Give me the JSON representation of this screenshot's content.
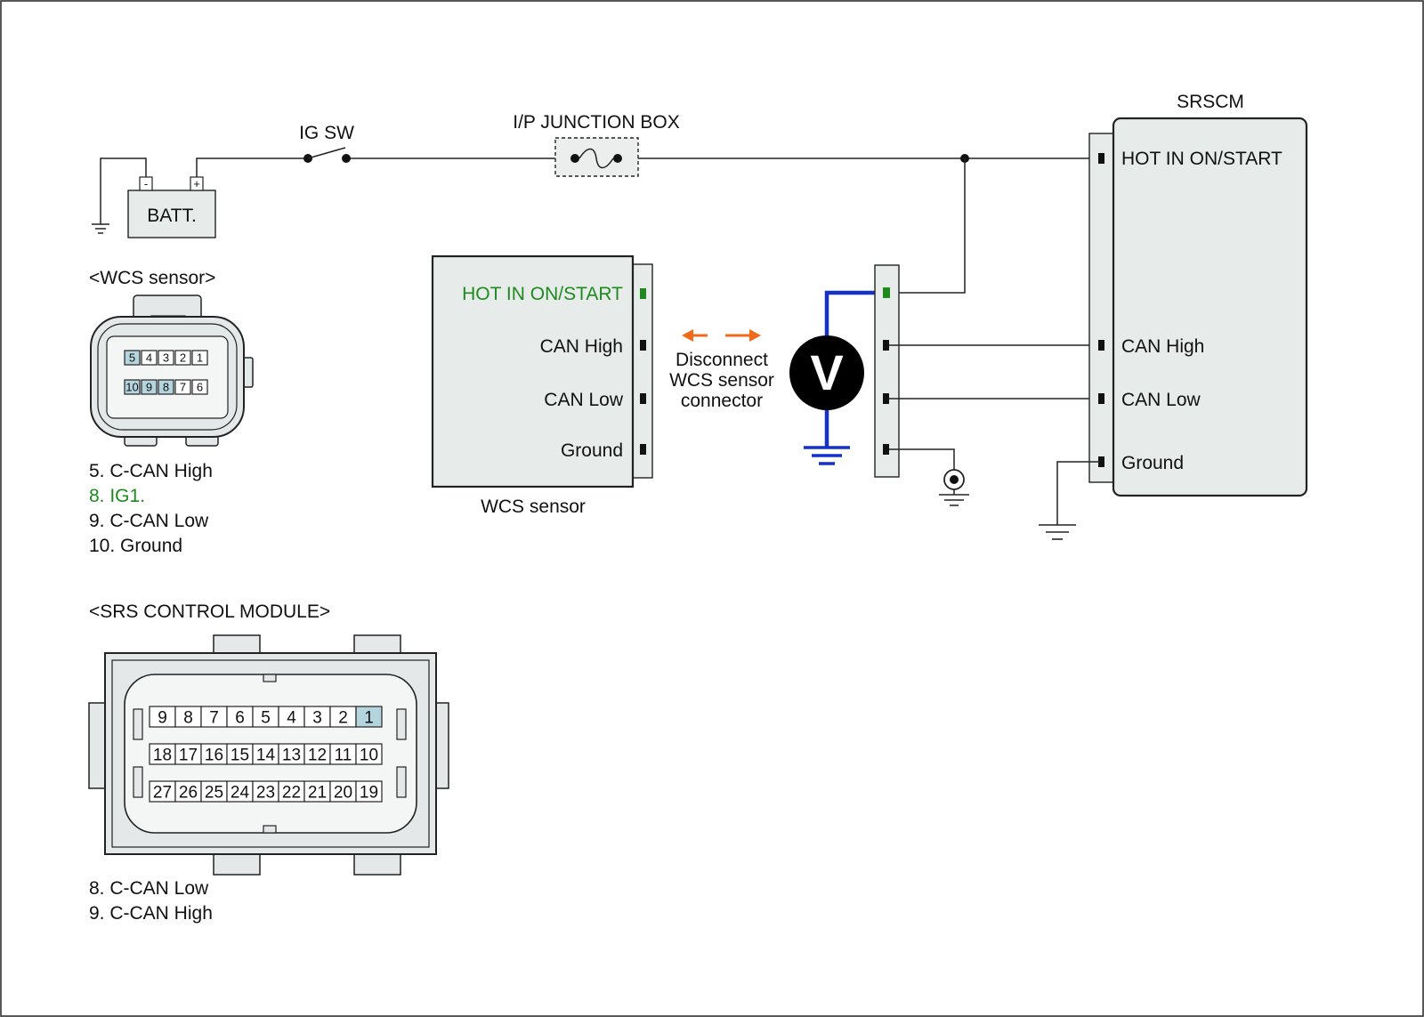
{
  "battery": {
    "label": "BATT.",
    "neg": "-",
    "pos": "+"
  },
  "ig_switch": {
    "label": "IG SW"
  },
  "junction_box": {
    "label": "I/P JUNCTION BOX"
  },
  "wcs_sensor": {
    "title": "WCS sensor",
    "pins": [
      "HOT IN ON/START",
      "CAN High",
      "CAN Low",
      "Ground"
    ]
  },
  "srscm": {
    "title": "SRSCM",
    "pins": [
      "HOT IN ON/START",
      "CAN High",
      "CAN Low",
      "Ground"
    ]
  },
  "disconnect_note": [
    "Disconnect",
    "WCS sensor",
    "connector"
  ],
  "voltmeter": {
    "symbol": "V"
  },
  "wcs_connector": {
    "title": "<WCS sensor>",
    "row1": [
      "5",
      "4",
      "3",
      "2",
      "1"
    ],
    "row2": [
      "10",
      "9",
      "8",
      "7",
      "6"
    ],
    "highlighted": [
      "5",
      "10",
      "9",
      "8"
    ],
    "legend": [
      "5. C-CAN High",
      "8. IG1.",
      "9. C-CAN Low",
      "10. Ground"
    ]
  },
  "srs_connector": {
    "title": "<SRS CONTROL MODULE>",
    "row1": [
      "9",
      "8",
      "7",
      "6",
      "5",
      "4",
      "3",
      "2",
      "1"
    ],
    "row2": [
      "18",
      "17",
      "16",
      "15",
      "14",
      "13",
      "12",
      "11",
      "10"
    ],
    "row3": [
      "27",
      "26",
      "25",
      "24",
      "23",
      "22",
      "21",
      "20",
      "19"
    ],
    "highlighted": [
      "1"
    ],
    "legend": [
      "8. C-CAN Low",
      "9. C-CAN High"
    ]
  },
  "colors": {
    "active_green": "#1e8a1e",
    "meter_blue": "#1432c8",
    "arrow_orange": "#f06a1a",
    "pin_highlight": "#b4d4de",
    "box_fill": "#e7ebea"
  }
}
